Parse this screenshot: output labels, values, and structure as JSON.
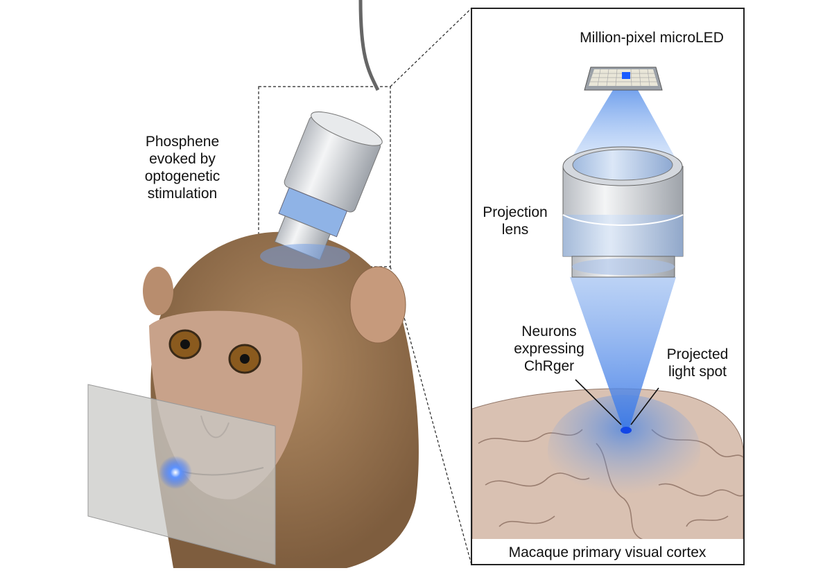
{
  "left_label": {
    "lines": [
      "Phosphene",
      "evoked by",
      "optogenetic",
      "stimulation"
    ]
  },
  "panel": {
    "microled_label": "Million-pixel microLED",
    "lens_label": {
      "lines": [
        "Projection",
        "lens"
      ]
    },
    "neurons_label": {
      "lines": [
        "Neurons",
        "expressing",
        "ChRger"
      ]
    },
    "spot_label": {
      "lines": [
        "Projected",
        "light spot"
      ]
    },
    "caption": "Macaque primary visual cortex"
  },
  "colors": {
    "light_blue": "#1a5cff",
    "beam": "#6f9de8",
    "fur": "#9a7550",
    "brain": "#d9c1b2"
  }
}
